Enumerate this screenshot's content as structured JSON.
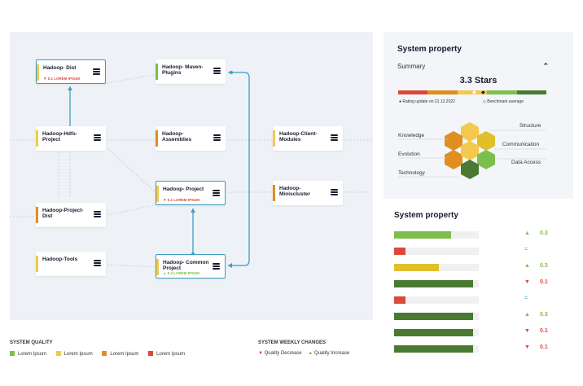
{
  "nodes": [
    {
      "name": "Hadoop- Dist",
      "sub": "▼ 0.1  LOREM IPSUM",
      "subColor": "#d94a3a",
      "color": "#f2c94c",
      "sel": true
    },
    {
      "name": "Hadoop- Maven-Plugins",
      "sub": "",
      "color": "#7cc04b",
      "sel": false
    },
    {
      "name": "Hadoop-Hdfs-Project",
      "sub": "",
      "color": "#f2c94c",
      "sel": false
    },
    {
      "name": "Hadoop-Assemblies",
      "sub": "",
      "color": "#e08e1f",
      "sel": false
    },
    {
      "name": "Hadoop-Client-Modules",
      "sub": "",
      "color": "#f2c94c",
      "sel": false
    },
    {
      "name": "Hadoop- Project",
      "sub": "▼ 0.1  LOREM IPSUM",
      "subColor": "#d94a3a",
      "color": "#f2c94c",
      "sel": true
    },
    {
      "name": "Hadoop-Miniscluster",
      "sub": "",
      "color": "#e08e1f",
      "sel": false
    },
    {
      "name": "Hadoop-Project-Dist",
      "sub": "",
      "color": "#e08e1f",
      "sel": false
    },
    {
      "name": "Hadoop-Tools",
      "sub": "",
      "color": "#f2c94c",
      "sel": false
    },
    {
      "name": "Hadoop- Common Project",
      "sub": "▲ 0.3  LOREM IPSUM",
      "subColor": "#7cc04b",
      "color": "#f2c94c",
      "sel": true
    }
  ],
  "legend": {
    "quality_title": "SYSTEM QUALITY",
    "weekly_title": "SYSTEM WEEKLY CHANGES",
    "items": [
      {
        "label": "Lorem Ipsum",
        "color": "#7cc04b"
      },
      {
        "label": "Lorem Ipsum",
        "color": "#f2c94c"
      },
      {
        "label": "Lorem Ipsum",
        "color": "#e08e1f"
      },
      {
        "label": "Lorem Ipsum",
        "color": "#d94a3a"
      }
    ],
    "decrease": "Quality Decrease",
    "increase": "Quality Increase"
  },
  "summary": {
    "title": "System property",
    "summary_label": "Summary",
    "stars": "3.3 Stars",
    "rating_update": "Rating update on 21.12.2022",
    "benchmark": "Benchmark average",
    "labels": {
      "knowledge": "Knowledge",
      "evolution": "Evolution",
      "technology": "Technology",
      "structure": "Structure",
      "communication": "Communication",
      "data_access": "Data Access"
    }
  },
  "properties": {
    "title": "System property",
    "rows": [
      {
        "fill": 0.67,
        "color": "#7cc04b",
        "arrow": "▲",
        "arrowColor": "#7cc04b",
        "value": "0.3"
      },
      {
        "fill": 0.13,
        "color": "#d94a3a",
        "arrow": "=",
        "arrowColor": "#3aa7d6",
        "value": ""
      },
      {
        "fill": 0.53,
        "color": "#e0c02a",
        "arrow": "▲",
        "arrowColor": "#7cc04b",
        "value": "0.3"
      },
      {
        "fill": 0.93,
        "color": "#4a7a32",
        "arrow": "▼",
        "arrowColor": "#d94a3a",
        "value": "0.1"
      },
      {
        "fill": 0.13,
        "color": "#d94a3a",
        "arrow": "=",
        "arrowColor": "#3aa7d6",
        "value": ""
      },
      {
        "fill": 0.93,
        "color": "#4a7a32",
        "arrow": "▲",
        "arrowColor": "#7cc04b",
        "value": "0.3"
      },
      {
        "fill": 0.93,
        "color": "#4a7a32",
        "arrow": "▼",
        "arrowColor": "#d94a3a",
        "value": "0.1"
      },
      {
        "fill": 0.93,
        "color": "#4a7a32",
        "arrow": "▼",
        "arrowColor": "#d94a3a",
        "value": "0.1"
      }
    ]
  }
}
